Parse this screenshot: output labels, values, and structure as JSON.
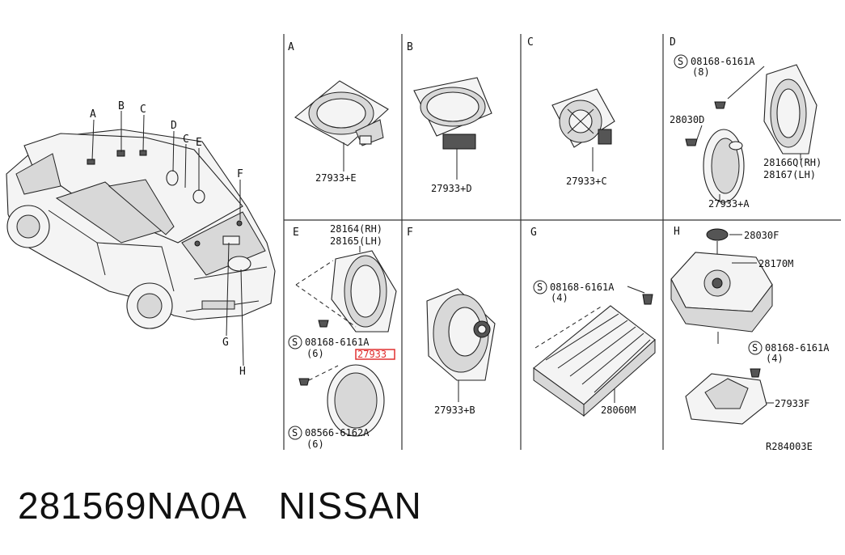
{
  "overview": {
    "callouts": [
      "A",
      "B",
      "C",
      "D",
      "C",
      "E",
      "F",
      "G",
      "H"
    ]
  },
  "sections": {
    "A": {
      "letter": "A",
      "part": "27933+E"
    },
    "B": {
      "letter": "B",
      "part": "27933+D"
    },
    "C": {
      "letter": "C",
      "part": "27933+C"
    },
    "D": {
      "letter": "D",
      "screw": "08168-6161A",
      "screw_qty": "(8)",
      "bolt": "28030D",
      "bracket_rh": "28166Q(RH)",
      "bracket_lh": "28167(LH)",
      "part": "27933+A"
    },
    "E": {
      "letter": "E",
      "bracket_rh": "28164(RH)",
      "bracket_lh": "28165(LH)",
      "screw": "08168-6161A",
      "screw_qty": "(6)",
      "part": "27933",
      "screw2": "08566-6162A",
      "screw2_qty": "(6)"
    },
    "F": {
      "letter": "F",
      "part": "27933+B"
    },
    "G": {
      "letter": "G",
      "screw": "08168-6161A",
      "screw_qty": "(4)",
      "part": "28060M"
    },
    "H": {
      "letter": "H",
      "knob": "28030F",
      "unit": "28170M",
      "screw": "08168-6161A",
      "screw_qty": "(4)",
      "part": "27933F"
    }
  },
  "screw_symbol": "S",
  "ref_code": "R284003E",
  "caption": "281569NA0A   NISSAN",
  "highlight_color": "#e03030"
}
